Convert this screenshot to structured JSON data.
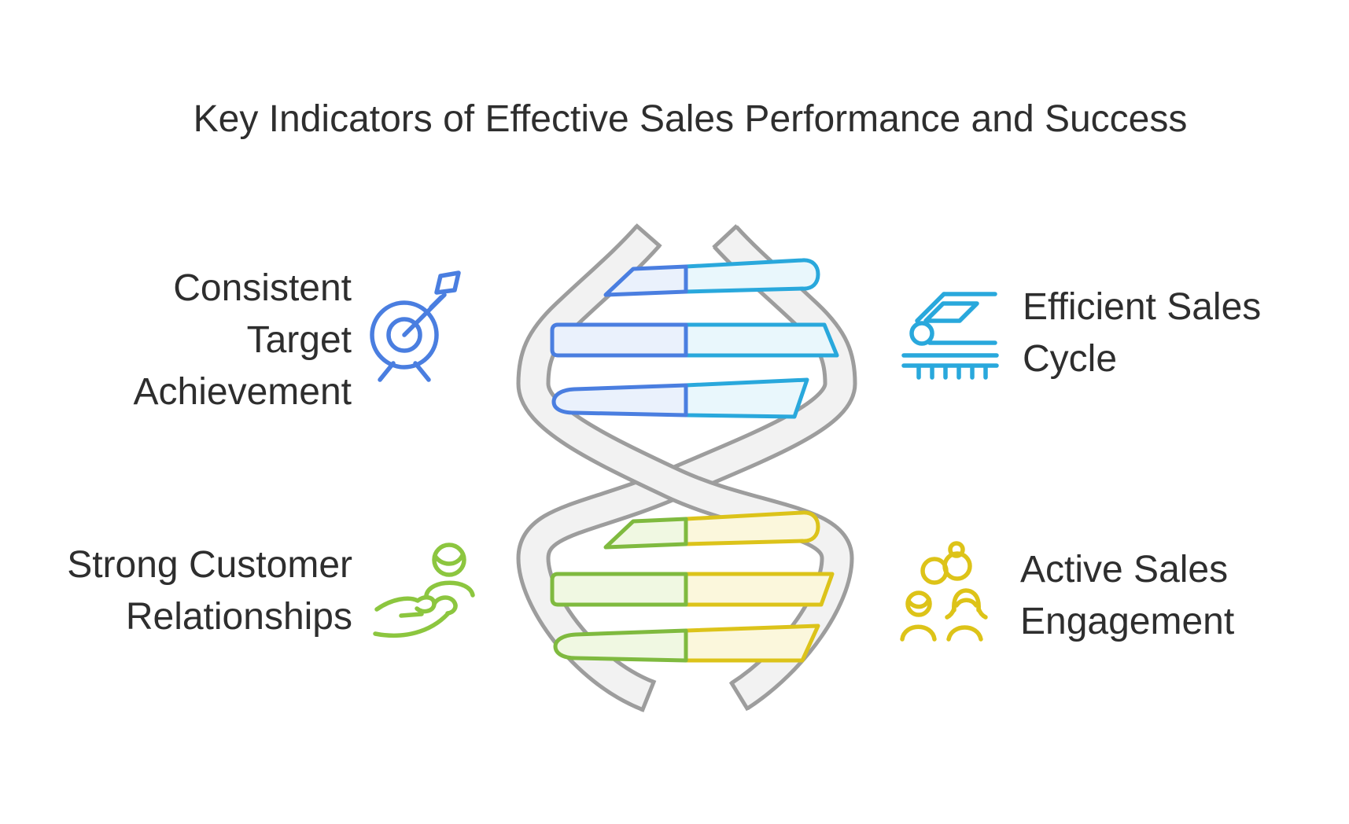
{
  "title": "Key Indicators of Effective Sales Performance and Success",
  "colors": {
    "text": "#2e2e2e",
    "strand_stroke": "#9d9d9d",
    "strand_fill": "#f2f2f2",
    "blue": "#4a7ee0",
    "blue_fill": "#eaf1fc",
    "cyan": "#29a8dc",
    "cyan_fill": "#e9f7fc",
    "green": "#7fba3f",
    "green_fill": "#f0f8e2",
    "yellow": "#dcc31a",
    "yellow_fill": "#fbf7dc",
    "icon_blue": "#4a7ee0",
    "icon_cyan": "#29a8dc",
    "icon_green": "#8cc63f",
    "icon_yellow": "#ddc318"
  },
  "items": [
    {
      "id": "consistent-target-achievement",
      "position": "top-left",
      "icon": "target-arrow-icon",
      "accent": "#4a7ee0",
      "label_lines": [
        "Consistent",
        "Target",
        "Achievement"
      ]
    },
    {
      "id": "efficient-sales-cycle",
      "position": "top-right",
      "icon": "bullet-train-icon",
      "accent": "#29a8dc",
      "label_lines": [
        "Efficient Sales",
        "Cycle"
      ]
    },
    {
      "id": "strong-customer-relationships",
      "position": "bottom-left",
      "icon": "hand-person-icon",
      "accent": "#8cc63f",
      "label_lines": [
        "Strong Customer",
        "Relationships"
      ]
    },
    {
      "id": "active-sales-engagement",
      "position": "bottom-right",
      "icon": "engagement-people-icon",
      "accent": "#ddc318",
      "label_lines": [
        "Active Sales",
        "Engagement"
      ]
    }
  ],
  "helix": {
    "strands": 2,
    "rungs": [
      {
        "section": "top",
        "left_color": "blue",
        "right_color": "cyan"
      },
      {
        "section": "top",
        "left_color": "blue",
        "right_color": "cyan"
      },
      {
        "section": "top",
        "left_color": "blue",
        "right_color": "cyan"
      },
      {
        "section": "bottom",
        "left_color": "green",
        "right_color": "yellow"
      },
      {
        "section": "bottom",
        "left_color": "green",
        "right_color": "yellow"
      },
      {
        "section": "bottom",
        "left_color": "green",
        "right_color": "yellow"
      }
    ]
  }
}
